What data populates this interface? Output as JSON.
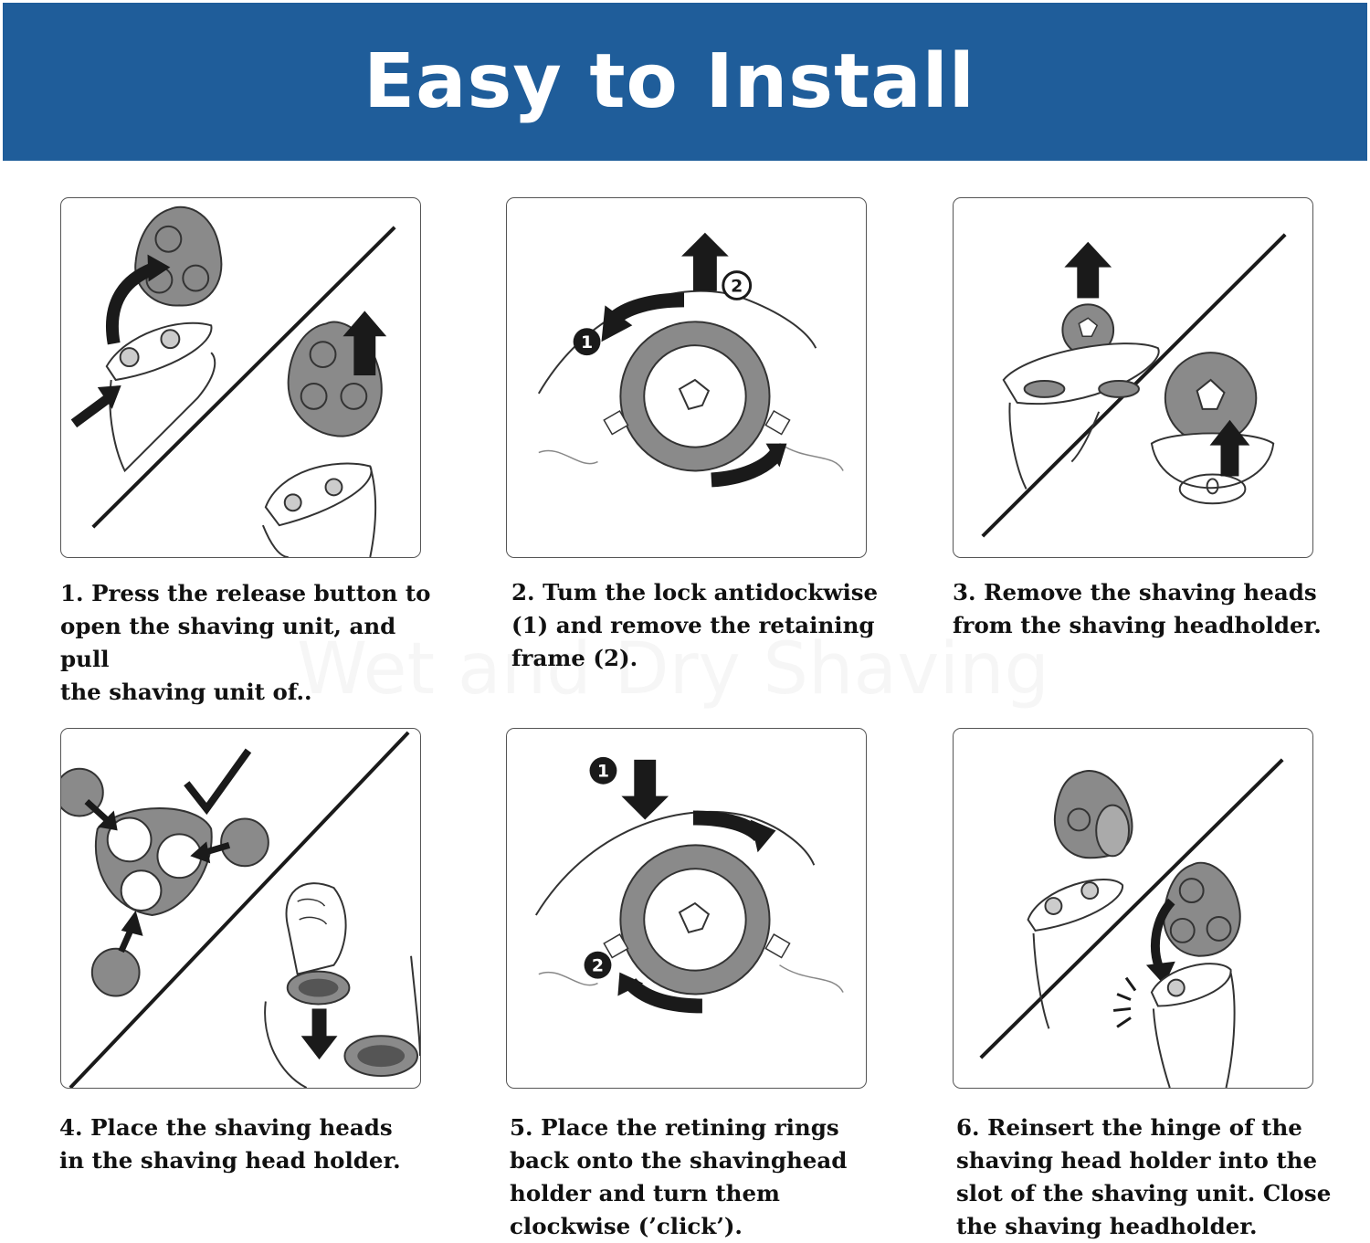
{
  "header": {
    "title": "Easy to Install"
  },
  "watermark": "Wet and Dry Shaving",
  "colors": {
    "banner": "#1f5d9a",
    "illustration_gray": "#8a8a8a",
    "ink": "#1a1a1a"
  },
  "steps": [
    {
      "caption": "1. Press the release button to\nopen the shaving unit, and pull\nthe shaving unit of.."
    },
    {
      "caption": "2. Tum the lock antidockwise\n(1) and remove the retaining\nframe (2).",
      "badges": [
        "1",
        "2"
      ]
    },
    {
      "caption": "3. Remove the shaving heads\nfrom the shaving headholder."
    },
    {
      "caption": "4. Place the shaving heads\nin the shaving head holder."
    },
    {
      "caption": "5. Place the retining rings\nback onto the shavinghead\nholder and turn them\nclockwise (’click’).",
      "badges": [
        "1",
        "2"
      ]
    },
    {
      "caption": "6. Reinsert the hinge of the\nshaving head holder into the\nslot of the shaving unit. Close\nthe shaving headholder."
    }
  ]
}
